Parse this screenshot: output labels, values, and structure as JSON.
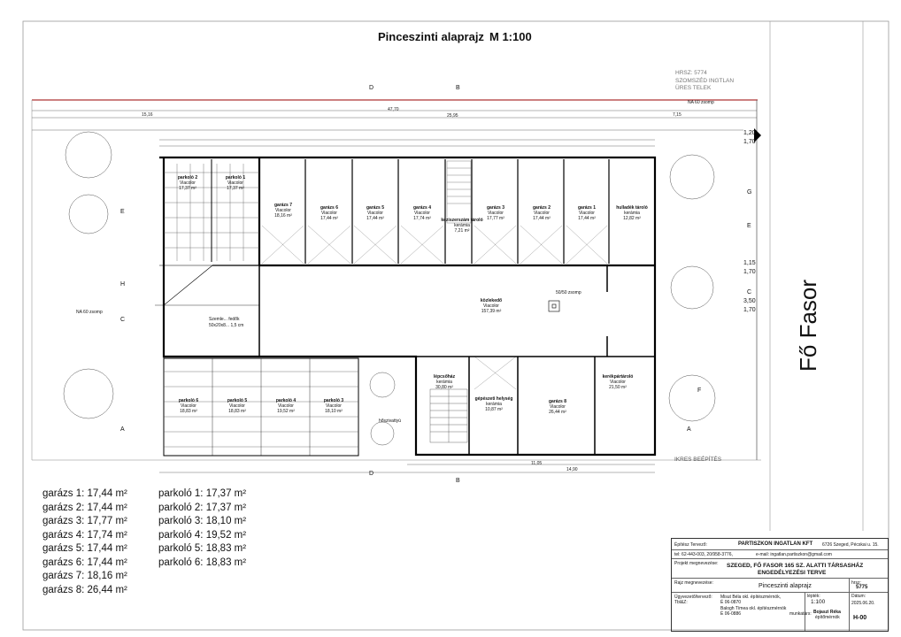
{
  "header": {
    "title": "Pinceszinti alaprajz",
    "scale": "M 1:100"
  },
  "neighbor": {
    "hrsz": "HRSZ: 5774",
    "line1": "SZOMSZÉD INGTLAN",
    "line2": "ÜRES TELEK"
  },
  "street": {
    "name": "Fő Fasor",
    "bottom_note": "IKRES BEÉPÍTÉS"
  },
  "rooms": {
    "garazs7": {
      "name": "garázs 7",
      "finish": "Viacolor",
      "area": "18,16 m²"
    },
    "garazs6": {
      "name": "garázs 6",
      "finish": "Viacolor",
      "area": "17,44 m²"
    },
    "garazs5": {
      "name": "garázs 5",
      "finish": "Viacolor",
      "area": "17,44 m²"
    },
    "garazs4": {
      "name": "garázs 4",
      "finish": "Viacolor",
      "area": "17,74 m²"
    },
    "kerekpar": {
      "name": "kerékpártároló",
      "finish": "Viacolor",
      "area": "21,50 m²"
    },
    "gepeszeti": {
      "name": "gépészeti helység",
      "finish": "kerámia",
      "area": "10,87 m²"
    },
    "garazs8": {
      "name": "garázs 8",
      "finish": "Viacolor",
      "area": "26,44 m²"
    },
    "lepcsohaz": {
      "name": "lépcsőház",
      "finish": "kerámia",
      "area": "30,80 m²"
    },
    "kozlekedo": {
      "name": "közlekedő",
      "finish": "Viacolor",
      "area": "157,39 m²"
    },
    "kezi": {
      "name": "kéziszerszám tároló",
      "finish": "kerámia",
      "area": "7,21 m²"
    },
    "garazs3": {
      "name": "garázs 3",
      "finish": "Viacolor",
      "area": "17,77 m²"
    },
    "garazs2": {
      "name": "garázs 2",
      "finish": "Viacolor",
      "area": "17,44 m²"
    },
    "garazs1": {
      "name": "garázs 1",
      "finish": "Viacolor",
      "area": "17,44 m²"
    },
    "hulladek": {
      "name": "hulladék tároló",
      "finish": "kerámia",
      "area": "12,82 m²"
    },
    "parkolo2": {
      "name": "parkoló 2",
      "finish": "Viacolor",
      "area": "17,37 m²"
    },
    "parkolo1": {
      "name": "parkoló 1",
      "finish": "Viacolor",
      "area": "17,37 m²"
    },
    "parkolo6": {
      "name": "parkoló 6",
      "finish": "Viacolor",
      "area": "18,83 m²"
    },
    "parkolo5": {
      "name": "parkoló 5",
      "finish": "Viacolor",
      "area": "18,83 m²"
    },
    "parkolo4": {
      "name": "parkoló 4",
      "finish": "Viacolor",
      "area": "19,52 m²"
    },
    "parkolo3": {
      "name": "parkoló 3",
      "finish": "Viacolor",
      "area": "18,10 m²"
    }
  },
  "annotations": {
    "na60a": "NA 60 zsomp",
    "na60b": "NA 60 zsomp",
    "sump": "50/50 zsomp",
    "hoszivattyu": "hőszivattyú",
    "szemle": "Szemle... fedők",
    "szemle_size": "50x20x8... 1,5 cm"
  },
  "summary_garages": [
    "garázs 1: 17,44 m²",
    "garázs 2: 17,44 m²",
    "garázs 3: 17,77 m²",
    "garázs 4: 17,74 m²",
    "garázs 5: 17,44 m²",
    "garázs 6: 17,44 m²",
    "garázs 7: 18,16 m²",
    "garázs 8: 26,44 m²"
  ],
  "summary_parking": [
    "parkoló 1: 17,37 m²",
    "parkoló 2: 17,37 m²",
    "parkoló 3: 18,10 m²",
    "parkoló 4: 19,52 m²",
    "parkoló 5: 18,83 m²",
    "parkoló 6: 18,83 m²"
  ],
  "section_marks": {
    "a": "A",
    "b": "B",
    "c": "C",
    "d": "D",
    "e": "E",
    "f": "F",
    "g": "G",
    "h": "H"
  },
  "levels": {
    "l1": "1,20",
    "l2": "1,70",
    "l3": "1,15",
    "l4": "1,70",
    "l5": "3,50",
    "l6": "1,70"
  },
  "title_block": {
    "designer_label": "Építész Tervező:",
    "designer": "PARTISZKON INGATLAN KFT",
    "designer_address": "6726 Szeged, Pécskai u. 15.",
    "phone": "tel: 62-443-003, 20/958-3776,",
    "email": "e-mail: ingatlan.partiszkon@gmail.com",
    "project_label": "Projekt megnevezése:",
    "project_line1": "SZEGED, FŐ FASOR 165 SZ. ALATTI TÁRSASHÁZ",
    "project_line2": "ENGEDÉLYEZÉSI TERVE",
    "drawing_label": "Rajz megnevezése:",
    "drawing": "Pinceszinti alaprajz",
    "hrsz_label": "hrsz:",
    "hrsz": "5775",
    "responsible_label": "Ügyvezető/tervező:",
    "responsible2": "Tbl&Z:",
    "person1": "Misut Béla okl. építészmérnök,",
    "person1_id": "É 06-0870",
    "person2": "Balogh Tímea okl. építészmérnök",
    "person2_id": "É 06-0886",
    "scale_label": "lépték:",
    "scale": "1:100",
    "date_label": "Dátum:",
    "date": "2025.06.20.",
    "collab_label": "munkatárs:",
    "collab": "Bojaszi Réka",
    "collab_role": "építőmérnök",
    "sheet": "H-00"
  }
}
